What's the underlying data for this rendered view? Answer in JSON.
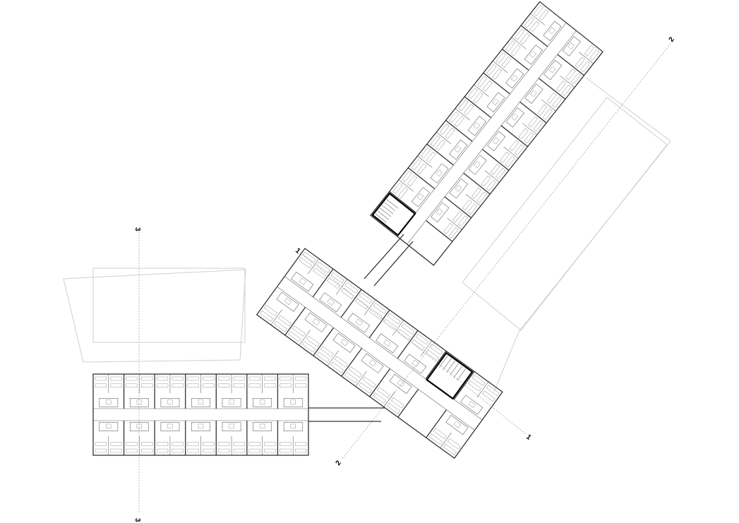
{
  "title": "Floor plan",
  "sections": [
    {
      "id": "section-1",
      "label": "1"
    },
    {
      "id": "section-2",
      "label": "2"
    },
    {
      "id": "section-3",
      "label": "3"
    }
  ]
}
